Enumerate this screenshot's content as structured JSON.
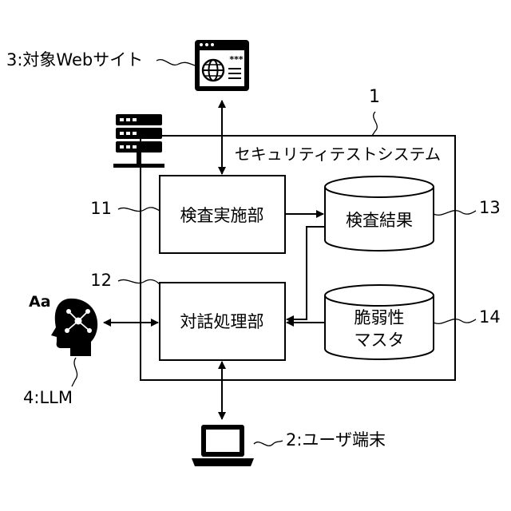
{
  "system": {
    "ref": "1",
    "title": "セキュリティテストシステム"
  },
  "blocks": {
    "inspection": {
      "ref": "11",
      "label": "検査実施部"
    },
    "dialogue": {
      "ref": "12",
      "label": "対話処理部"
    },
    "results_db": {
      "ref": "13",
      "label": "検査結果"
    },
    "vuln_db": {
      "ref": "14",
      "line1": "脆弱性",
      "line2": "マスタ"
    }
  },
  "external": {
    "website": {
      "label": "3:対象Webサイト",
      "icon": "browser-globe-icon"
    },
    "llm": {
      "label": "4:LLM",
      "icon_text": "Aa",
      "icon": "ai-head-icon"
    },
    "user_terminal": {
      "label": "2:ユーザ端末",
      "icon": "laptop-icon"
    },
    "server_icon": "server-rack-icon"
  },
  "colors": {
    "line": "#000000",
    "background": "#ffffff"
  }
}
